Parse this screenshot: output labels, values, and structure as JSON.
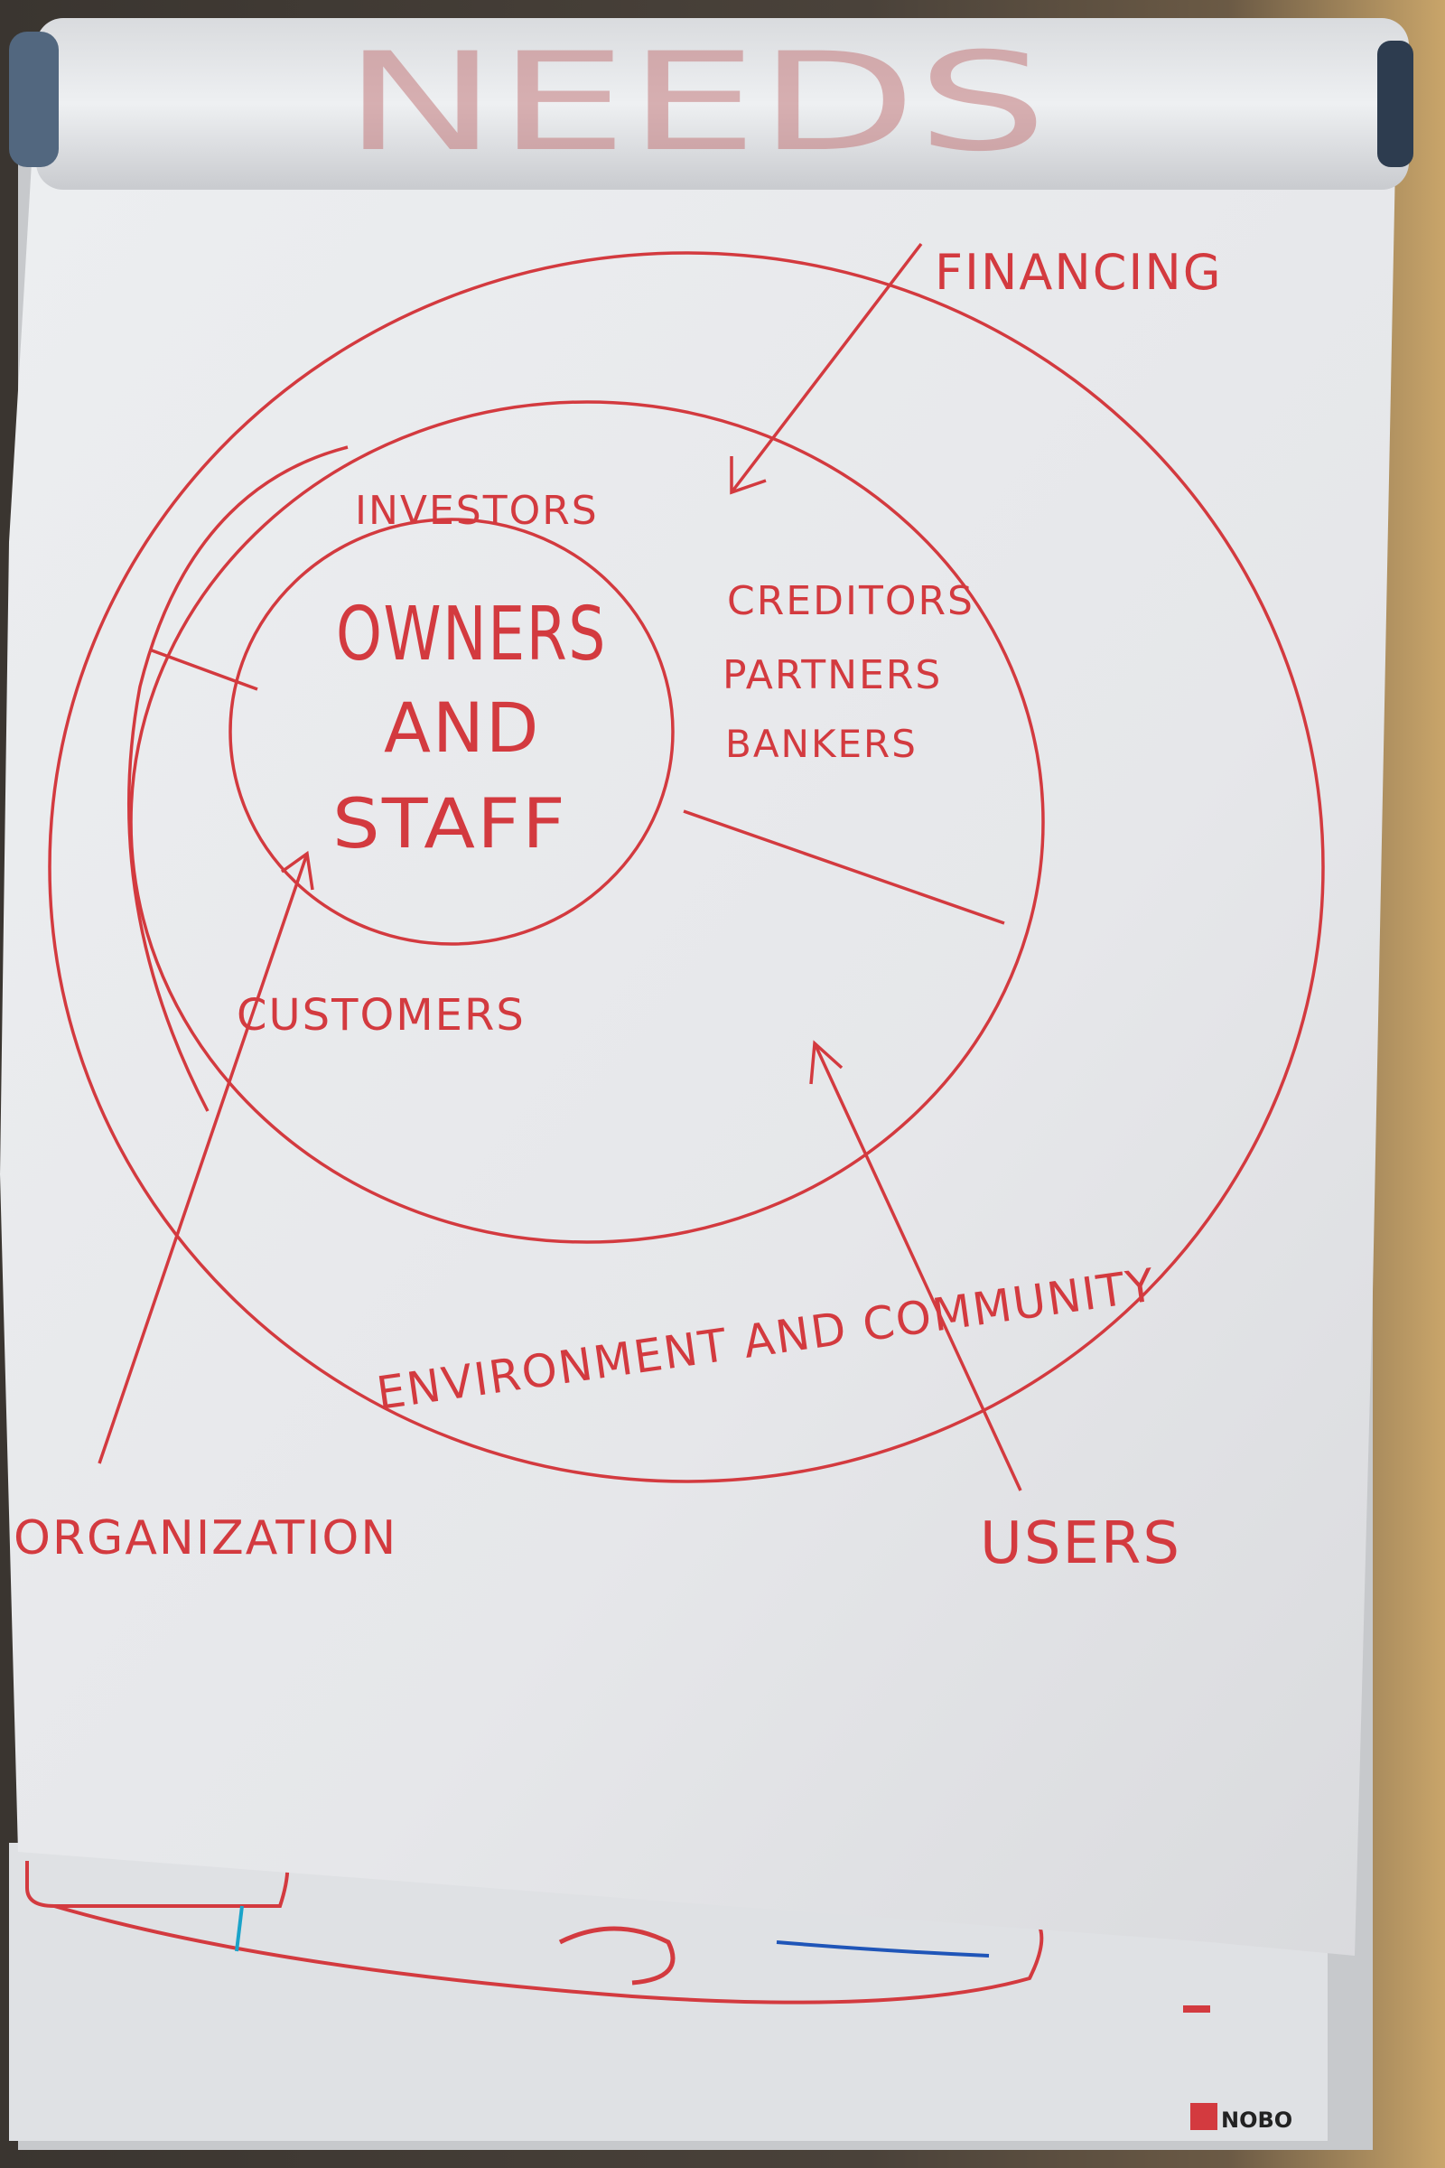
{
  "flipchart": {
    "header_word": "NEEDS",
    "brand": "NOBO",
    "ink_color": "#d33a3f",
    "paper_color": "#e9eaec"
  },
  "diagram": {
    "core_lines": [
      "OWNERS",
      "AND",
      "STAFF"
    ],
    "investors": "INVESTORS",
    "creditors_lines": [
      "CREDITORS",
      "PARTNERS",
      "BANKERS"
    ],
    "customers": "CUSTOMERS",
    "outer_ring": "ENVIRONMENT AND COMMUNITY",
    "arrow_financing": "FINANCING",
    "arrow_organization": "ORGANIZATION",
    "arrow_users": "USERS"
  }
}
